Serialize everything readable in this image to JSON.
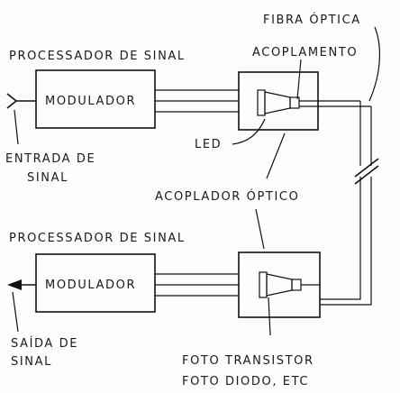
{
  "labels": {
    "fibra_optica": "FIBRA ÓPTICA",
    "acoplamento": "ACOPLAMENTO",
    "processador_top": "PROCESSADOR DE SINAL",
    "modulador_top": "MODULADOR",
    "led": "LED",
    "entrada_line1": "ENTRADA DE",
    "entrada_line2": "SINAL",
    "acoplador_optico": "ACOPLADOR ÓPTICO",
    "processador_bottom": "PROCESSADOR DE SINAL",
    "modulador_bottom": "MODULADOR",
    "saida_line1": "SAÍDA DE",
    "saida_line2": "SINAL",
    "foto_transistor": "FOTO TRANSISTOR",
    "foto_diodo": "FOTO DIODO, ETC"
  }
}
